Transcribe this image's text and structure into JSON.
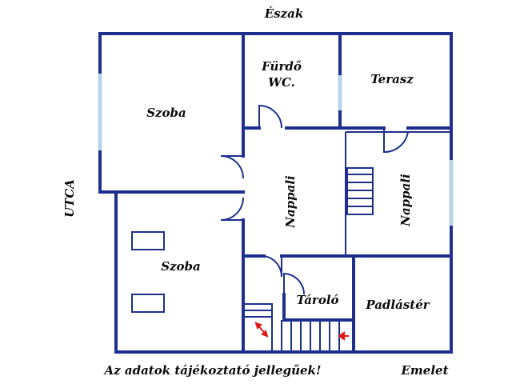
{
  "compass": {
    "north": "Észak"
  },
  "street": "UTCA",
  "rooms": {
    "szoba_top": "Szoba",
    "furdo": "Fürdő",
    "wc": "WC.",
    "terasz": "Terasz",
    "nappali_left": "Nappali",
    "nappali_right": "Nappali",
    "szoba_bottom": "Szoba",
    "tarolo": "Tároló",
    "padlaster": "Padlástér"
  },
  "footer": {
    "disclaimer": "Az adatok tájékoztató jellegűek!",
    "floor": "Emelet"
  },
  "colors": {
    "wall": "#1f2f8f",
    "window": "#b8d4ea",
    "arrow": "#e01818",
    "text": "#0a0a0a"
  }
}
